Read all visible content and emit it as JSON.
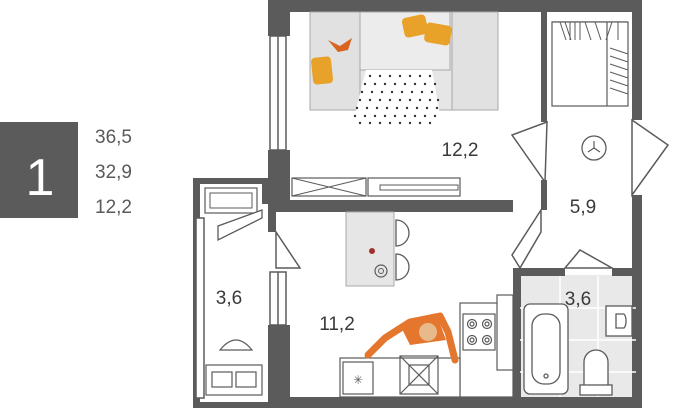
{
  "plan_info": {
    "room_count": "1",
    "areas": [
      "36,5",
      "32,9",
      "12,2"
    ]
  },
  "rooms": {
    "living_room": "12,2",
    "hallway": "5,9",
    "kitchen": "11,2",
    "balcony": "3,6",
    "bathroom": "3,6"
  },
  "colors": {
    "wall": "#5b5b5b",
    "floor_living": "#f2f2f2",
    "floor_bath": "#e8e8e8",
    "accent_orange": "#e8a22a",
    "accent_person": "#e4762e",
    "badge": "#5b5b5b"
  },
  "icons": [
    "fan-icon",
    "stove-icon",
    "cooker-hood-icon",
    "sink-icon",
    "bathtub-icon",
    "toilet-icon",
    "washbasin-icon",
    "armchair-icon",
    "sofa-icon",
    "bar-stool-icon",
    "person-icon"
  ]
}
